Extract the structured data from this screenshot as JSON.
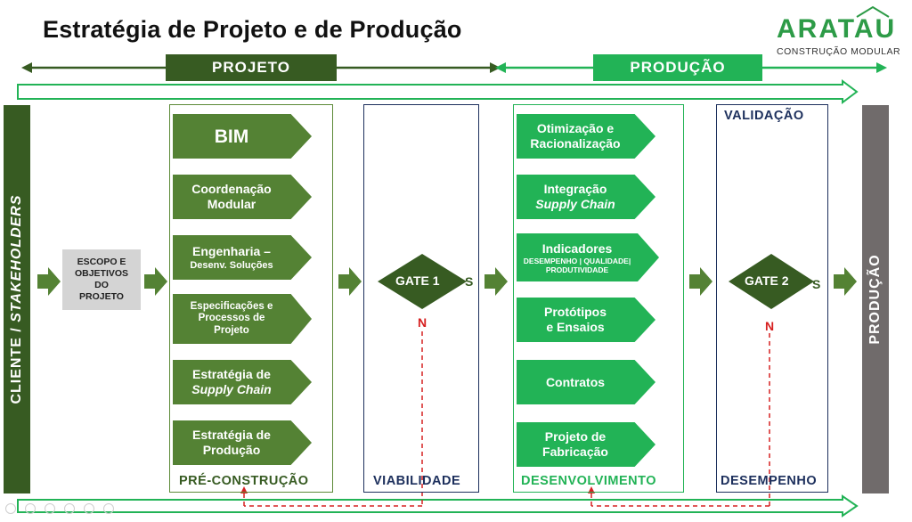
{
  "title": "Estratégia de Projeto e de Produção",
  "logo": {
    "name": "ARATAU",
    "tagline": "CONSTRUÇÃO MODULAR"
  },
  "phases": {
    "projeto": "PROJETO",
    "producao": "PRODUÇÃO"
  },
  "side_left": {
    "label_a": "CLIENTE / ",
    "label_b": "STAKEHOLDERS"
  },
  "side_right": "PRODUÇÃO",
  "scope": "ESCOPO E\nOBJETIVOS\nDO\nPROJETO",
  "pre_construcao": {
    "label": "PRÉ-CONSTRUÇÃO",
    "items": [
      "BIM",
      "Coordenação\nModular",
      "Engenharia –",
      "Desenv. Soluções",
      "Especificações e\nProcessos de\nProjeto",
      "Estratégia de",
      "Supply Chain",
      "Estratégia de\nProdução"
    ]
  },
  "viabilidade": {
    "label": "VIABILIDADE",
    "gate": "GATE 1",
    "yes": "S",
    "no": "N"
  },
  "desenvolvimento": {
    "label": "DESENVOLVIMENTO",
    "items": [
      "Otimização e\nRacionalização",
      "Integração",
      "Supply Chain",
      "Indicadores",
      "DESEMPENHO | QUALIDADE|\nPRODUTIVIDADE",
      "Protótipos\ne Ensaios",
      "Contratos",
      "Projeto de\nFabricação"
    ]
  },
  "validacao": {
    "top_label": "VALIDAÇÃO",
    "label": "DESEMPENHO",
    "gate": "GATE 2",
    "yes": "S",
    "no": "N"
  },
  "colors": {
    "dark_green": "#375b22",
    "mid_green": "#548234",
    "light_green": "#22b356",
    "navy": "#1c2f5c",
    "red": "#d62020",
    "gray": "#706b6b"
  }
}
